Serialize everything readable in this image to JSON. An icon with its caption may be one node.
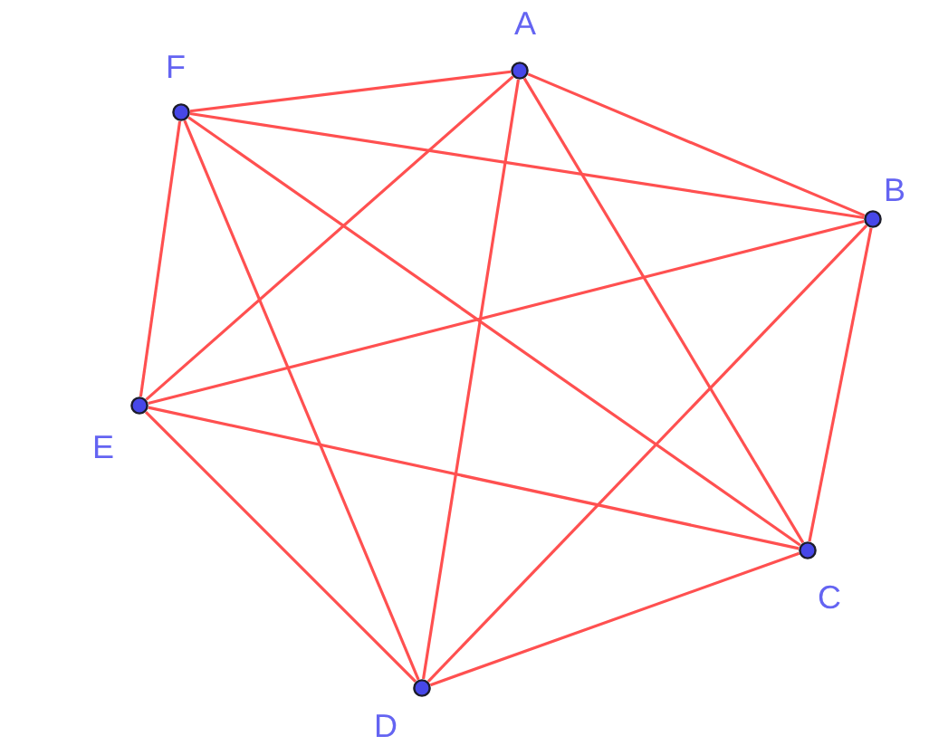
{
  "diagram": {
    "nodes": [
      {
        "text": [],
        "shape": "circle",
        "beside": [
          "A"
        ]
      },
      {
        "text": [],
        "shape": "circle",
        "beside": [
          "B"
        ]
      },
      {
        "text": [],
        "shape": "circle",
        "beside": [
          "C"
        ]
      },
      {
        "text": [],
        "shape": "circle",
        "beside": [
          "D"
        ]
      },
      {
        "text": [],
        "shape": "circle",
        "beside": [
          "E"
        ]
      },
      {
        "text": [],
        "shape": "circle",
        "beside": [
          "F"
        ]
      }
    ],
    "edges": [
      {
        "from": 0,
        "to": 1,
        "arrow": "none"
      },
      {
        "from": 0,
        "to": 2,
        "arrow": "none"
      },
      {
        "from": 0,
        "to": 3,
        "arrow": "none"
      },
      {
        "from": 0,
        "to": 4,
        "arrow": "none"
      },
      {
        "from": 0,
        "to": 5,
        "arrow": "none"
      },
      {
        "from": 1,
        "to": 2,
        "arrow": "none"
      },
      {
        "from": 1,
        "to": 3,
        "arrow": "none"
      },
      {
        "from": 1,
        "to": 4,
        "arrow": "none"
      },
      {
        "from": 1,
        "to": 5,
        "arrow": "none"
      },
      {
        "from": 2,
        "to": 3,
        "arrow": "none"
      },
      {
        "from": 2,
        "to": 4,
        "arrow": "none"
      },
      {
        "from": 2,
        "to": 5,
        "arrow": "none"
      },
      {
        "from": 3,
        "to": 4,
        "arrow": "none"
      },
      {
        "from": 3,
        "to": 5,
        "arrow": "none"
      },
      {
        "from": 4,
        "to": 5,
        "arrow": "none"
      }
    ]
  }
}
